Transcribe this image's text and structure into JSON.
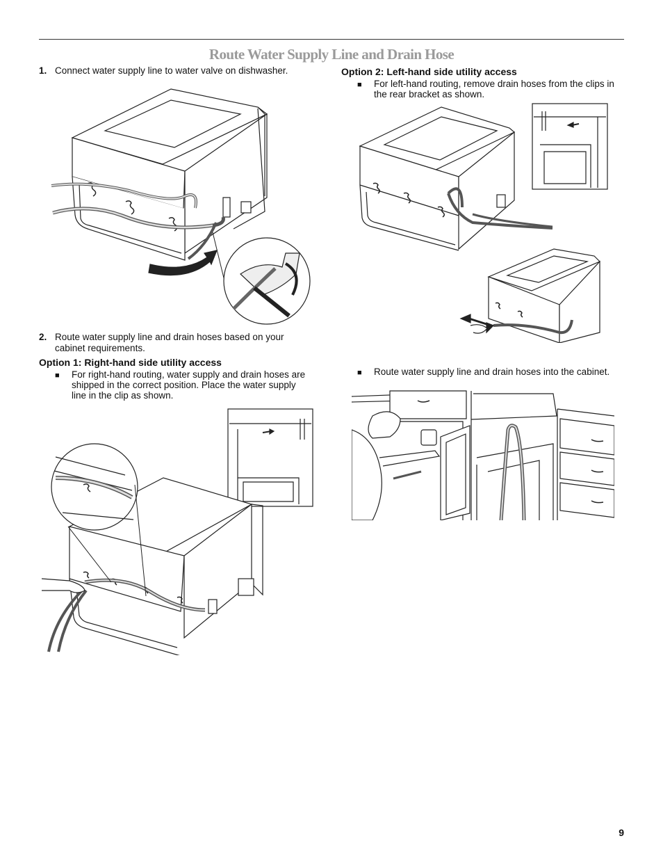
{
  "page": {
    "title": "Route Water Supply Line and Drain Hose",
    "page_number": "9"
  },
  "left": {
    "step1": {
      "number": "1.",
      "text": "Connect water supply line to water valve on dishwasher."
    },
    "step2": {
      "number": "2.",
      "text_line1": "Route water supply line and drain hoses based on your",
      "text_line2": "cabinet requirements."
    },
    "option1": {
      "heading": "Option 1: Right-hand side utility access",
      "bullet": "■",
      "line1": "For right-hand routing, water supply and drain hoses are",
      "line2": "shipped in the correct position. Place the water supply",
      "line3": "line in the clip as shown."
    }
  },
  "right": {
    "option2": {
      "heading": "Option 2: Left-hand side utility access",
      "bullet": "■",
      "line1": "For left-hand routing, remove drain hoses from the clips in",
      "line2": "the rear bracket as shown."
    },
    "route": {
      "bullet": "■",
      "text": "Route water supply line and drain hoses into the cabinet."
    }
  },
  "figures": {
    "connect_valve": "dishwasher-rear-valve-connection-illustration",
    "right_hand": "right-hand-routing-illustration",
    "left_hand": "left-hand-routing-illustration",
    "cabinet": "route-into-cabinet-illustration"
  }
}
